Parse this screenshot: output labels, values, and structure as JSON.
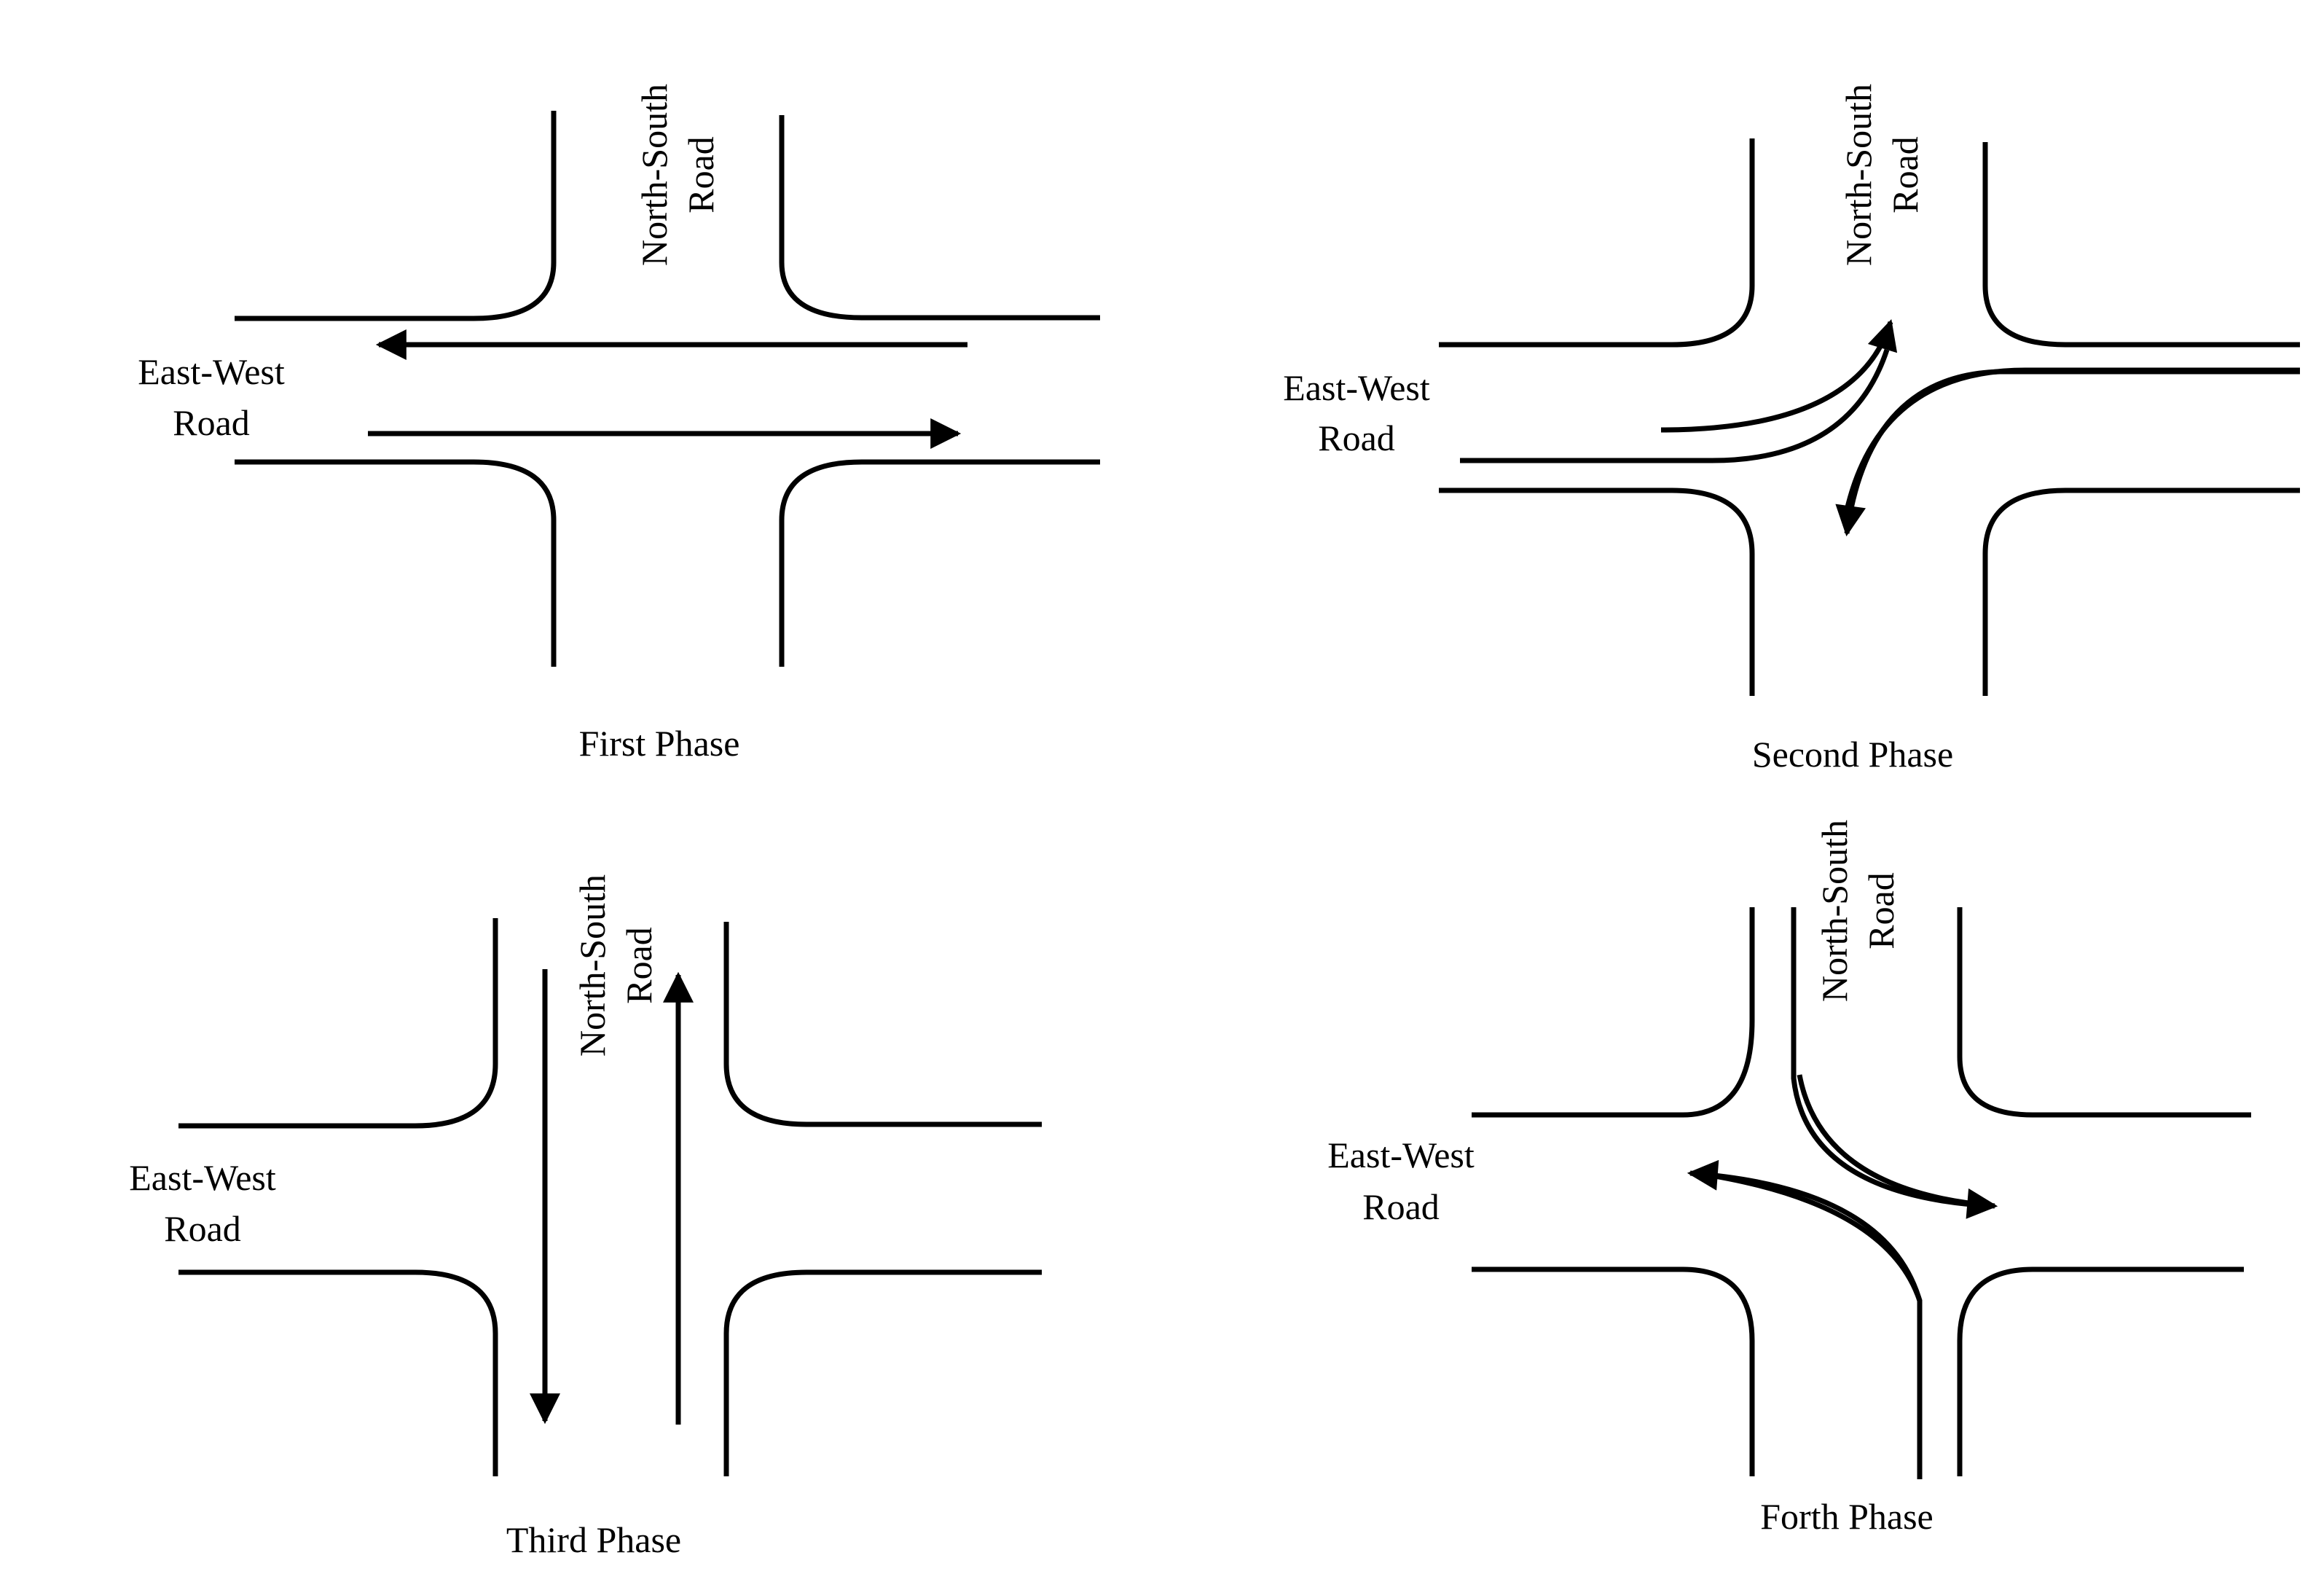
{
  "labels": {
    "east_west": [
      "East-West",
      "Road"
    ],
    "north_south": [
      "North-South",
      "Road"
    ]
  },
  "phases": [
    {
      "caption": "First Phase",
      "movement": "east-west through, both directions"
    },
    {
      "caption": "Second Phase",
      "movement": "left turns from east-west road"
    },
    {
      "caption": "Third Phase",
      "movement": "north-south through, both directions"
    },
    {
      "caption": "Forth Phase",
      "movement": "left turns from north-south road"
    }
  ]
}
